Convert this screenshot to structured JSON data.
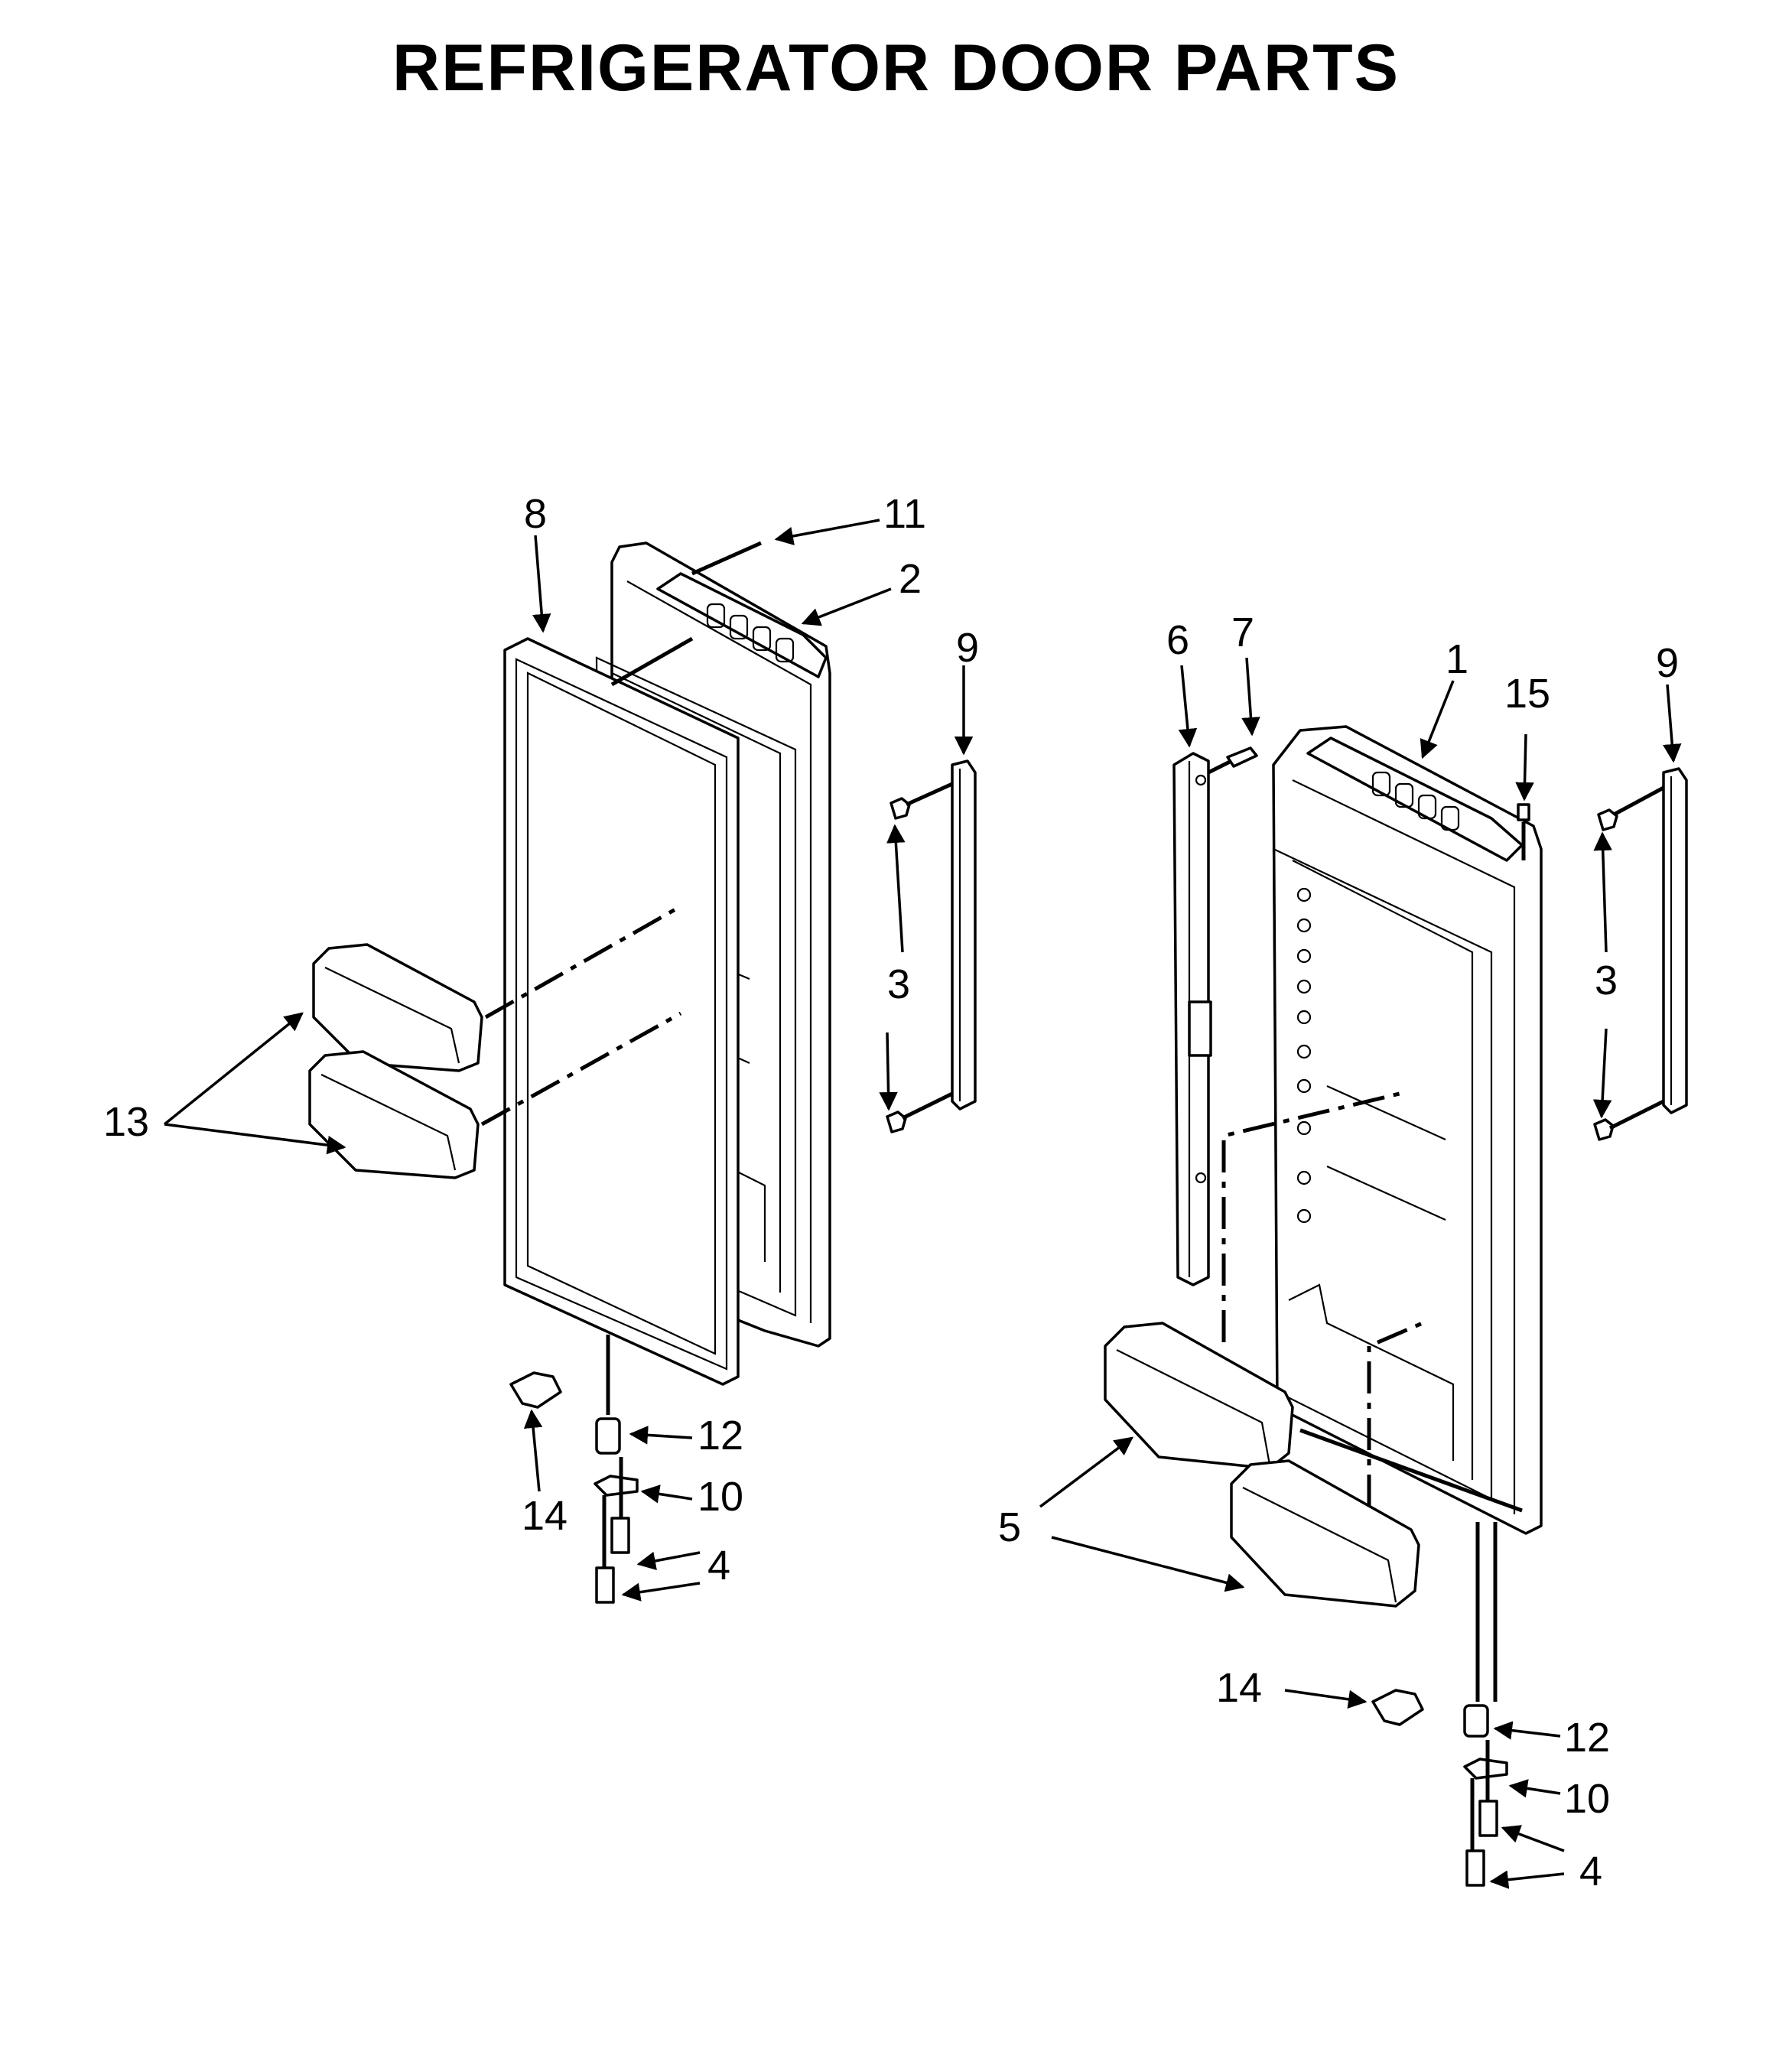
{
  "title": "REFRIGERATOR DOOR PARTS",
  "colors": {
    "ink": "#000000",
    "background": "#ffffff"
  },
  "callouts": {
    "c1": "1",
    "c2": "2",
    "c3_left": "3",
    "c3_right": "3",
    "c4_left": "4",
    "c4_right": "4",
    "c5": "5",
    "c6": "6",
    "c7": "7",
    "c8": "8",
    "c9_left": "9",
    "c9_right": "9",
    "c10_left": "10",
    "c10_right": "10",
    "c11": "11",
    "c12_left": "12",
    "c12_right": "12",
    "c13": "13",
    "c14_left": "14",
    "c14_right": "14",
    "c15": "15"
  }
}
